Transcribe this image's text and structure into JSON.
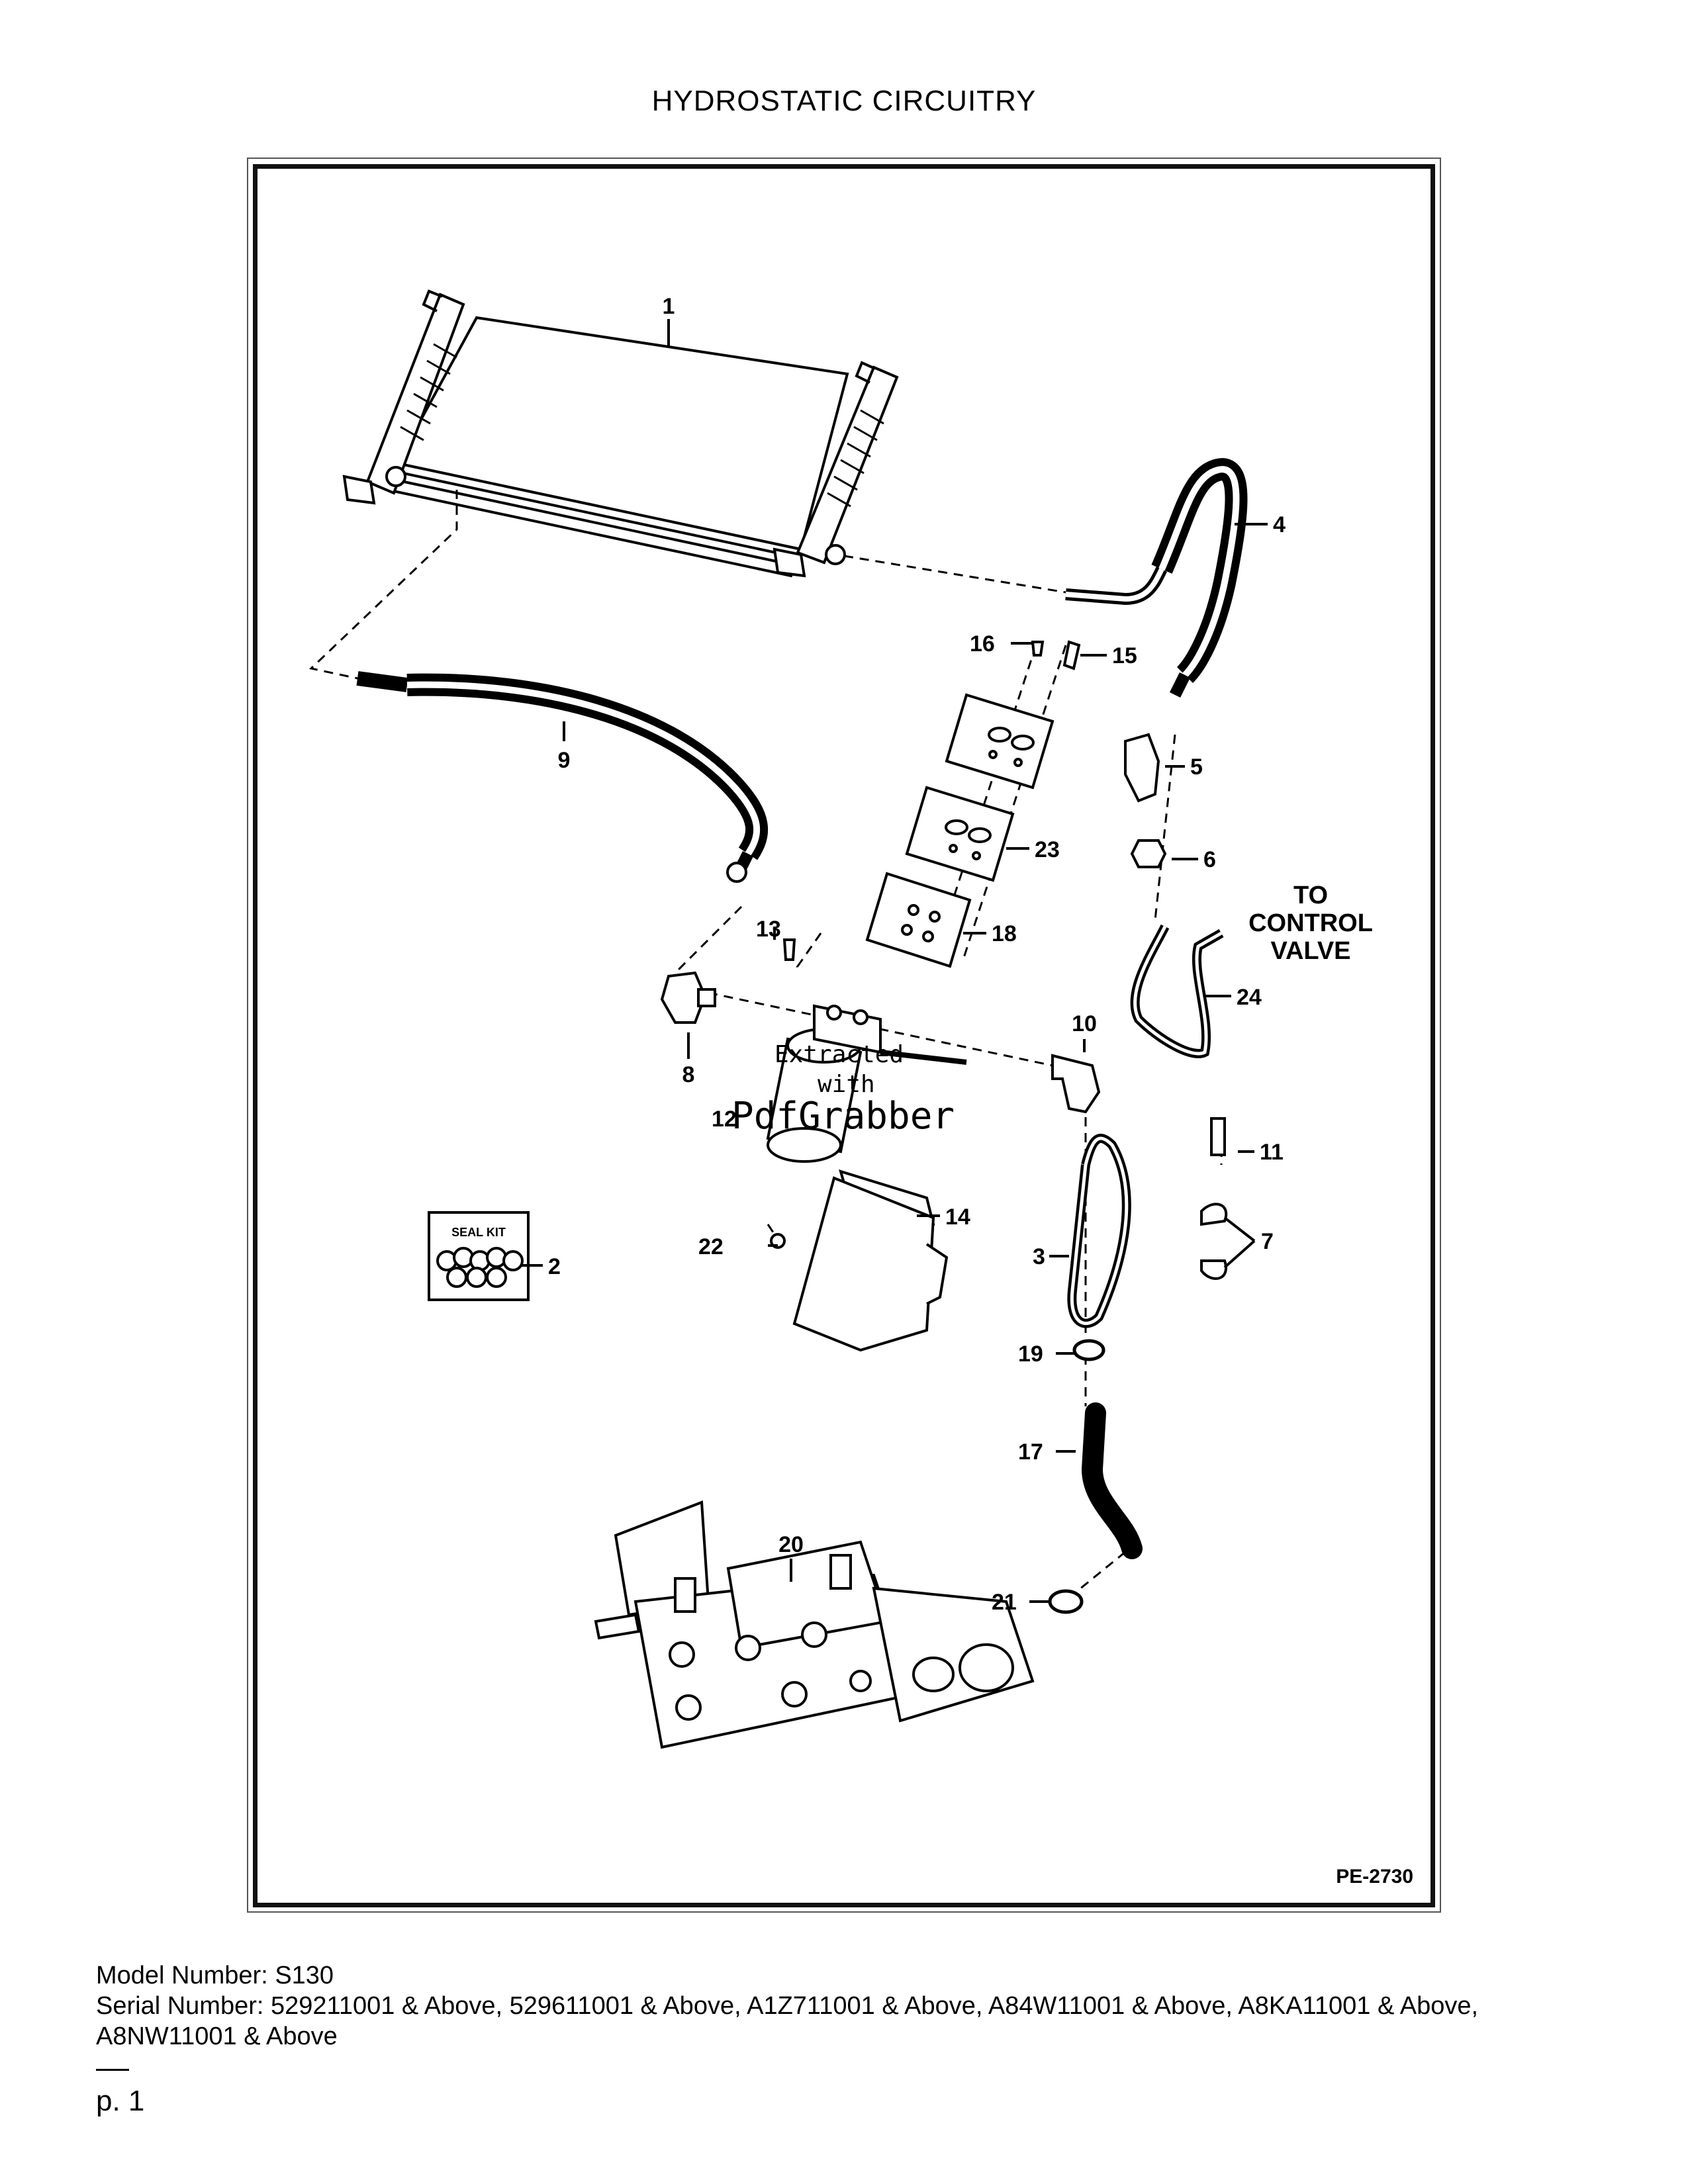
{
  "page": {
    "title": "HYDROSTATIC CIRCUITRY",
    "page_number": "p. 1"
  },
  "diagram": {
    "drawing_code": "PE-2730",
    "callouts": [
      "1",
      "2",
      "3",
      "4",
      "5",
      "6",
      "7",
      "8",
      "9",
      "10",
      "11",
      "12",
      "13",
      "14",
      "15",
      "16",
      "17",
      "18",
      "19",
      "20",
      "21",
      "22",
      "23",
      "24"
    ],
    "destination_label": [
      "TO",
      "CONTROL",
      "VALVE"
    ],
    "seal_kit_label": "SEAL KIT",
    "watermark": [
      "Extracted",
      "with",
      "PdfGrabber"
    ]
  },
  "footer": {
    "model_line": "Model Number: S130",
    "serial_line": "Serial Number: 529211001 & Above, 529611001 & Above, A1Z711001 & Above, A84W11001 & Above, A8KA11001 & Above, A8NW11001 & Above"
  }
}
